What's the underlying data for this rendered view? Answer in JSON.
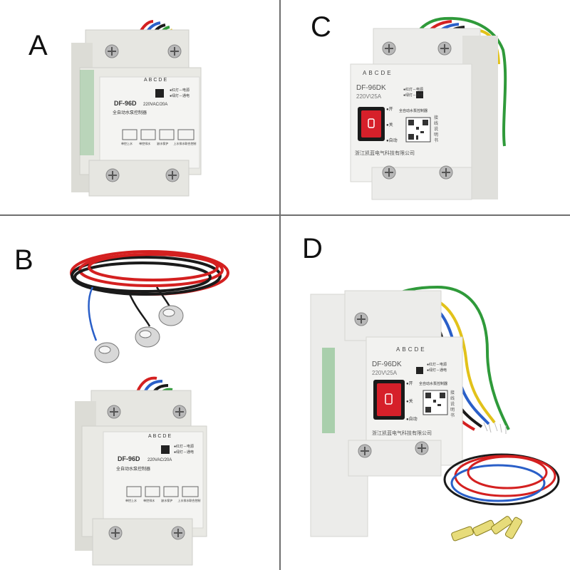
{
  "panels": [
    {
      "label": "A",
      "model": "DF-96D",
      "rating": "220VAC/20A",
      "terminals": [
        "A",
        "B",
        "C",
        "D",
        "E"
      ],
      "indicator_lines": [
        "●红灯－电源",
        "●绿灯－通电"
      ],
      "subtitle": "全自动水泵控制器",
      "diagram_captions": [
        "单控上水",
        "单控排水",
        "缺水保护",
        "上水排水联合控制"
      ]
    },
    {
      "label": "B",
      "model": "DF-96D",
      "rating": "220VAC/20A",
      "terminals": [
        "A",
        "B",
        "C",
        "D",
        "E"
      ],
      "indicator_lines": [
        "●红灯－电源",
        "●绿灯－通电"
      ],
      "subtitle": "全自动水泵控制器",
      "diagram_captions": [
        "单控上水",
        "单控排水",
        "缺水保护",
        "上水排水联合控制"
      ]
    },
    {
      "label": "C",
      "model": "DF-96DK",
      "rating": "220V\\25A",
      "terminals": [
        "A",
        "B",
        "C",
        "D",
        "E"
      ],
      "indicator_lines": [
        "●红灯－电源",
        "●绿灯－通电"
      ],
      "switch_labels": [
        "●开",
        "●关",
        "●自动"
      ],
      "subtitle": "全自动水泵控制器",
      "side_text": "接线说明书",
      "company": "浙江凯蓝电气科技有限公司"
    },
    {
      "label": "D",
      "model": "DF-96DK",
      "rating": "220V\\25A",
      "terminals": [
        "A",
        "B",
        "C",
        "D",
        "E"
      ],
      "indicator_lines": [
        "●红灯－电源",
        "●绿灯－通电"
      ],
      "switch_labels": [
        "●开",
        "●关",
        "●自动"
      ],
      "subtitle": "全自动水泵控制器",
      "side_text": "接线说明书",
      "company": "浙江凯蓝电气科技有限公司"
    }
  ],
  "colors": {
    "divider": "#6f6f6f",
    "housing": "#e9e9e4",
    "face": "#f4f4f2",
    "switch_red": "#d6202a",
    "wire_red": "#d42020",
    "wire_blue": "#2a5fc8",
    "wire_black": "#1a1a1a",
    "wire_green": "#2f9a3a",
    "wire_yellow": "#e2c21a"
  }
}
